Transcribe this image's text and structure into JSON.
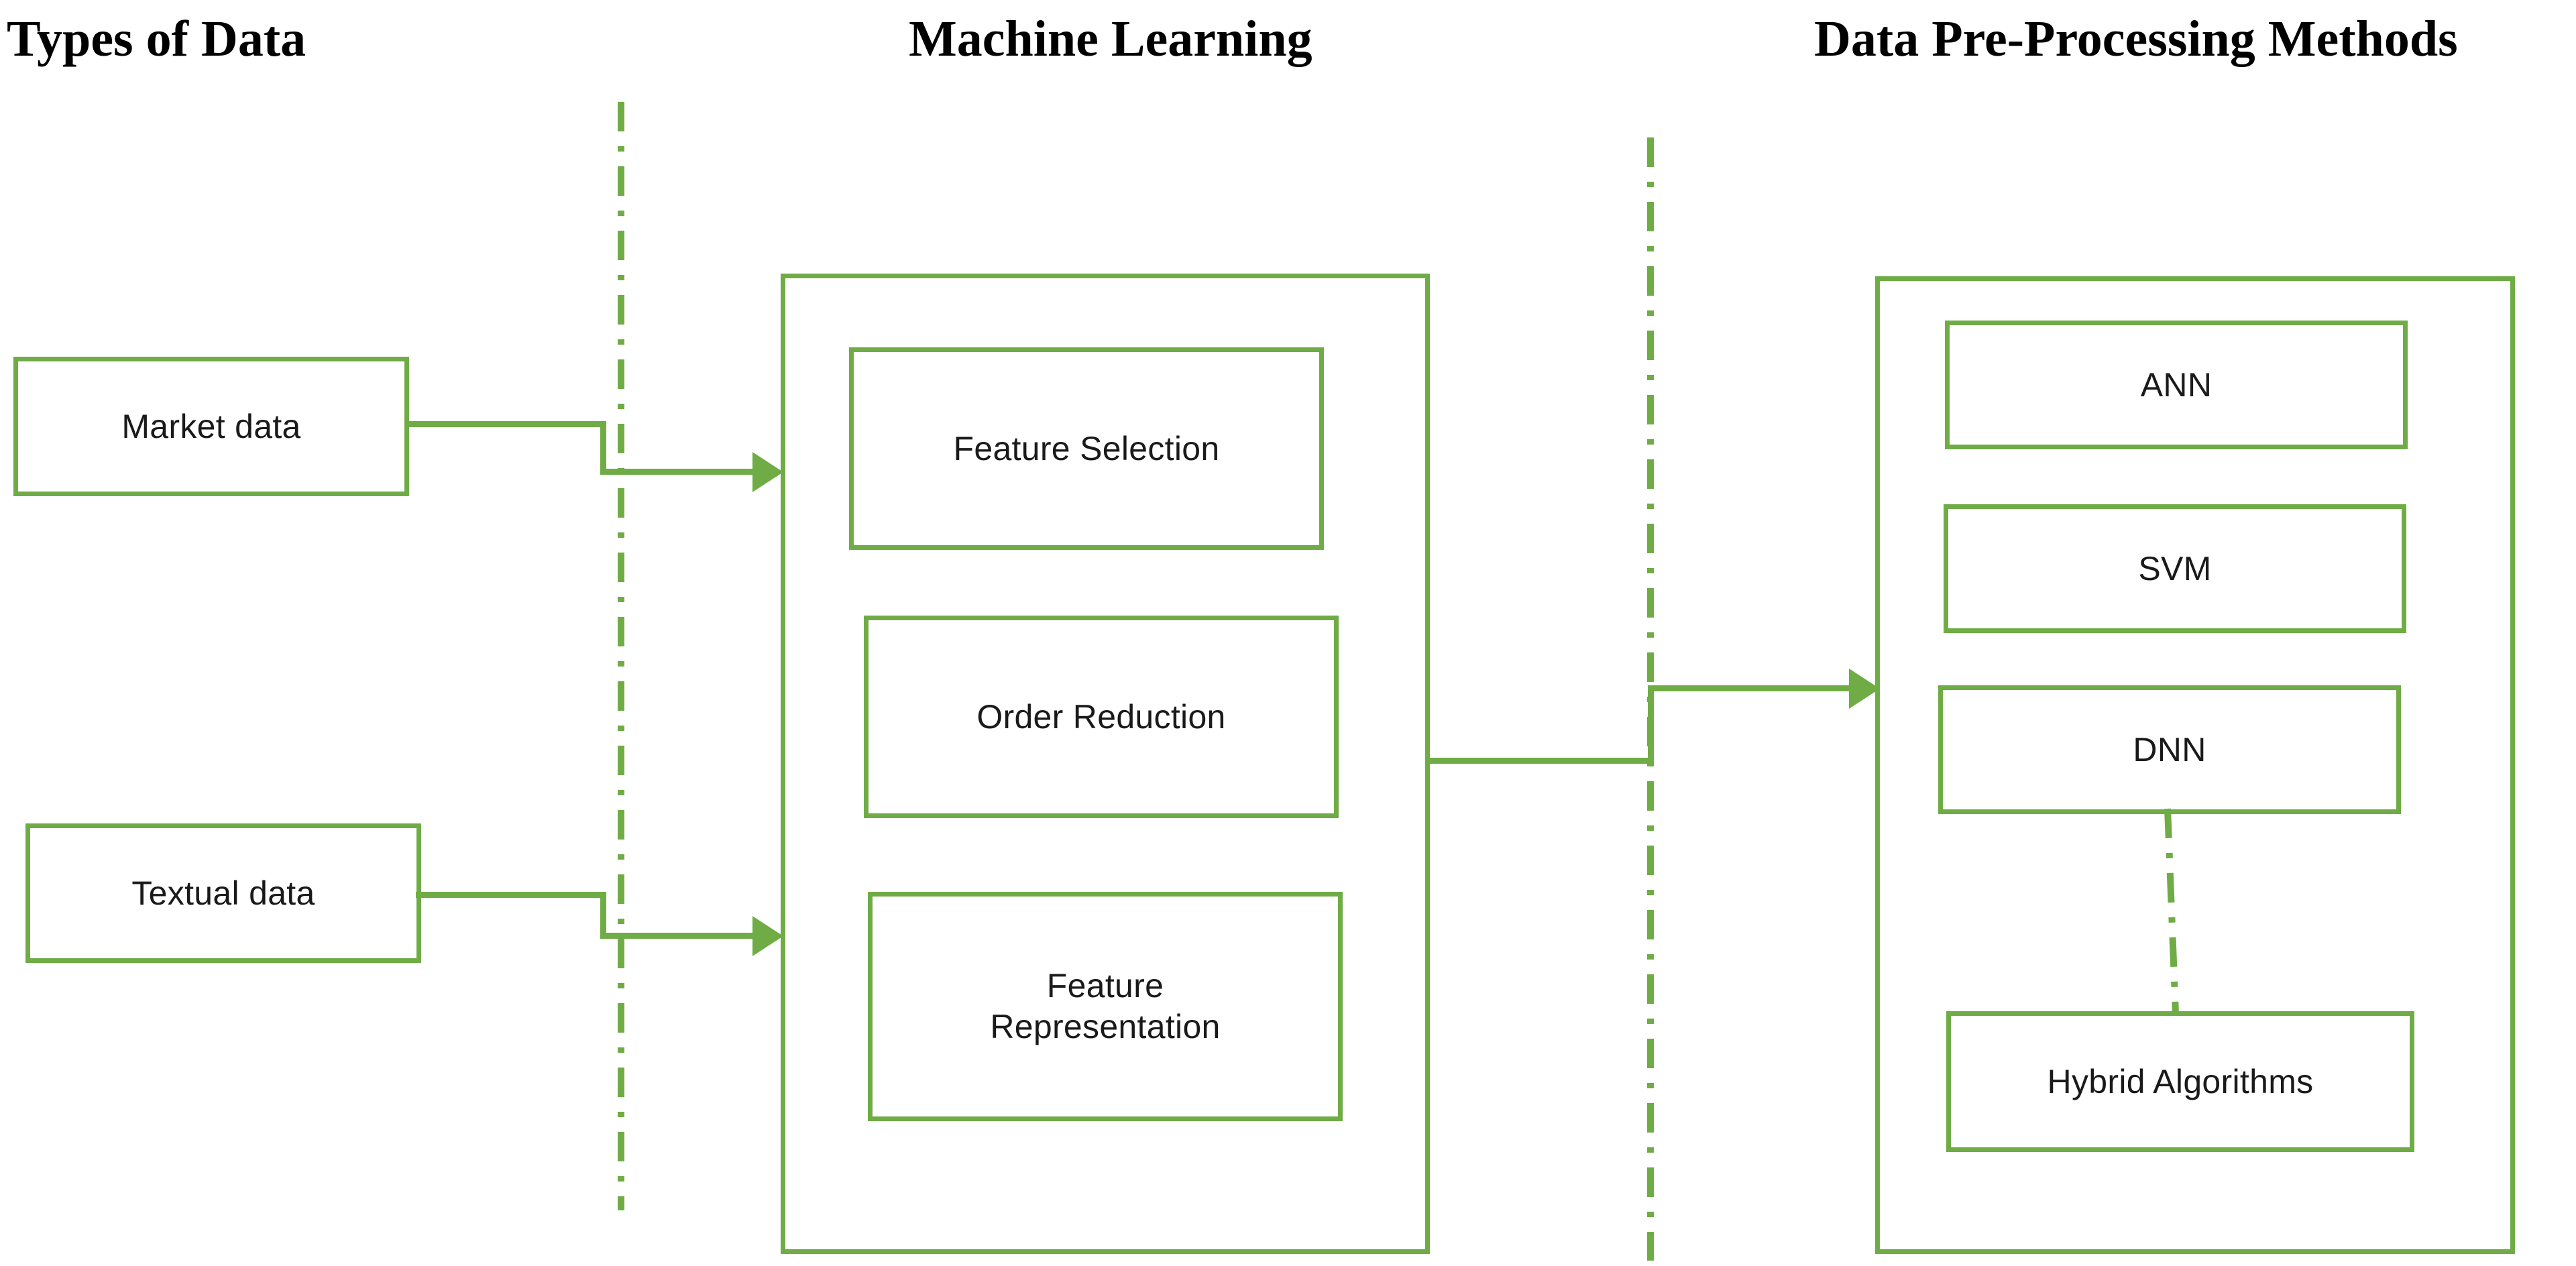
{
  "diagram": {
    "title": "Machine Learning pipeline for market and textual data",
    "accent_color": "#6FAC46",
    "text_color": "#1a1a1a",
    "background": "#ffffff"
  },
  "headings": [
    {
      "id": "types-of-data",
      "label": "Types of Data"
    },
    {
      "id": "machine-learning",
      "label": "Machine Learning"
    },
    {
      "id": "data-pre-processing-methods",
      "label": "Data Pre-Processing Methods"
    }
  ],
  "data_types": [
    {
      "id": "market-data",
      "label": "Market data"
    },
    {
      "id": "textual-data",
      "label": "Textual data"
    }
  ],
  "machine_learning": {
    "stages": [
      {
        "id": "feature-selection",
        "label": "Feature Selection"
      },
      {
        "id": "order-reduction",
        "label": "Order Reduction"
      },
      {
        "id": "feature-representation",
        "label": "Feature\nRepresentation"
      }
    ]
  },
  "pre_processing_methods": {
    "algorithms": [
      {
        "id": "ann",
        "label": "ANN"
      },
      {
        "id": "svm",
        "label": "SVM"
      },
      {
        "id": "dnn",
        "label": "DNN"
      }
    ],
    "hybrid": {
      "id": "hybrid-algorithms",
      "label": "Hybrid Algorithms"
    }
  },
  "connectors": [
    {
      "id": "market-data-to-ml",
      "from": "market-data",
      "to": "machine-learning",
      "style": "solid-arrow"
    },
    {
      "id": "textual-data-to-ml",
      "from": "textual-data",
      "to": "machine-learning",
      "style": "solid-arrow"
    },
    {
      "id": "ml-to-preprocessing",
      "from": "machine-learning",
      "to": "data-pre-processing-methods",
      "style": "solid-arrow"
    },
    {
      "id": "dnn-to-hybrid",
      "from": "dnn",
      "to": "hybrid-algorithms",
      "style": "dash-dot"
    }
  ],
  "dividers": [
    {
      "id": "divider-data-ml",
      "style": "dash-dot-vertical"
    },
    {
      "id": "divider-ml-preprocessing",
      "style": "dash-dot-vertical"
    }
  ]
}
